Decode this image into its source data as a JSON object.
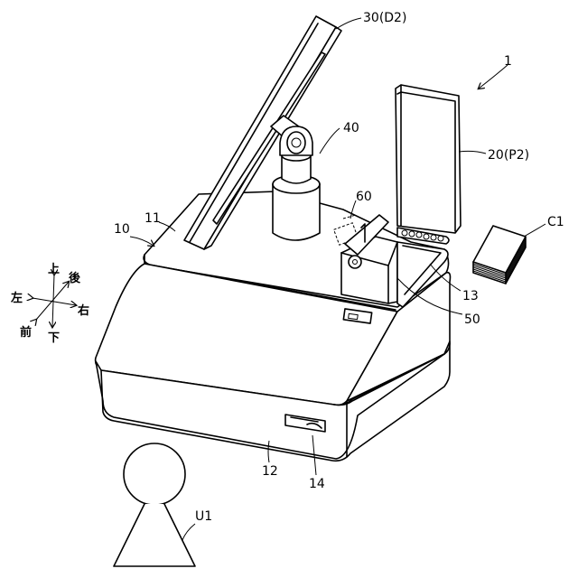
{
  "labels": {
    "device": "1",
    "housing": "10",
    "top_face": "11",
    "front_face": "12",
    "tray": "13",
    "card_slot": "14",
    "printer": "20(P2)",
    "display": "30(D2)",
    "camera": "40",
    "unit": "50",
    "reader": "60",
    "cards": "C1",
    "user": "U1"
  },
  "directions": {
    "up": "上",
    "down": "下",
    "left": "左",
    "right": "右",
    "front": "前",
    "back": "後"
  }
}
